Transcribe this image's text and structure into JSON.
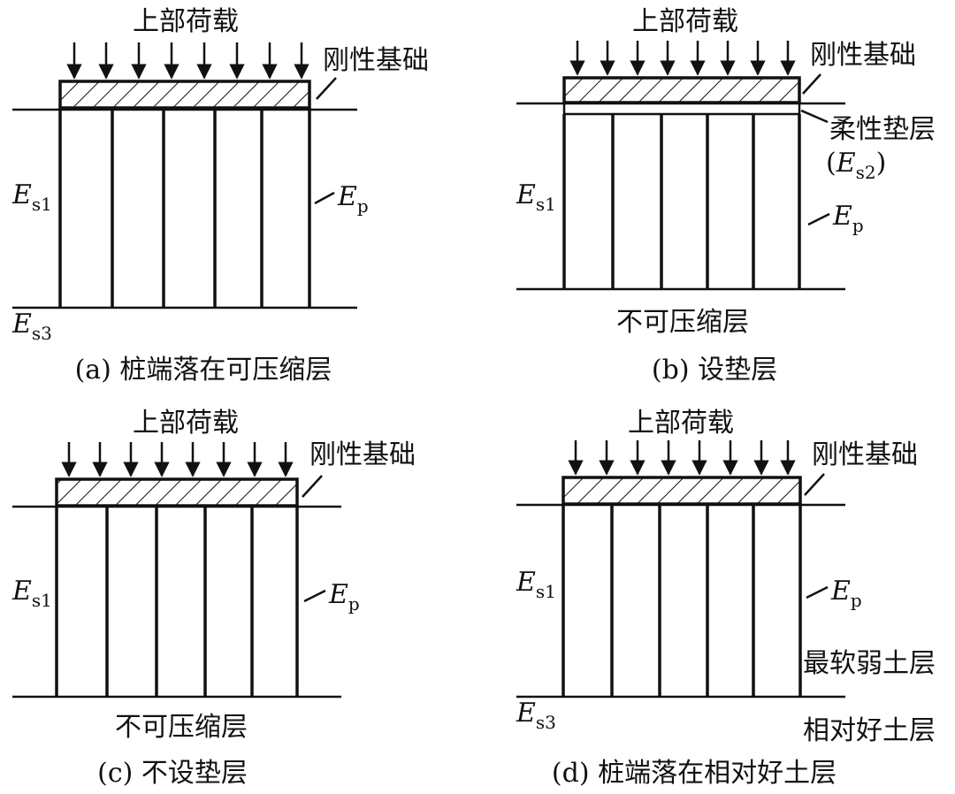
{
  "panels": [
    {
      "id": "a",
      "load_label": "上部荷载",
      "foundation_label": "刚性基础",
      "soil_modulus": {
        "E": "E",
        "sub": "s1"
      },
      "pile_modulus": {
        "E": "E",
        "sub": "p"
      },
      "base_modulus": {
        "E": "E",
        "sub": "s3"
      },
      "caption": "(a) 桩端落在可压缩层"
    },
    {
      "id": "b",
      "load_label": "上部荷载",
      "foundation_label": "刚性基础",
      "cushion_label": "柔性垫层",
      "cushion_modulus": {
        "open": "(",
        "E": "E",
        "sub": "s2",
        "close": ")"
      },
      "soil_modulus": {
        "E": "E",
        "sub": "s1"
      },
      "pile_modulus": {
        "E": "E",
        "sub": "p"
      },
      "bottom_label": "不可压缩层",
      "caption": "(b) 设垫层"
    },
    {
      "id": "c",
      "load_label": "上部荷载",
      "foundation_label": "刚性基础",
      "soil_modulus": {
        "E": "E",
        "sub": "s1"
      },
      "pile_modulus": {
        "E": "E",
        "sub": "p"
      },
      "bottom_label": "不可压缩层",
      "caption": "(c) 不设垫层"
    },
    {
      "id": "d",
      "load_label": "上部荷载",
      "foundation_label": "刚性基础",
      "soil_modulus": {
        "E": "E",
        "sub": "s1"
      },
      "pile_modulus": {
        "E": "E",
        "sub": "p"
      },
      "base_modulus": {
        "E": "E",
        "sub": "s3"
      },
      "weak_label": "最软弱土层",
      "good_label": "相对好土层",
      "caption": "(d) 桩端落在相对好土层"
    }
  ]
}
